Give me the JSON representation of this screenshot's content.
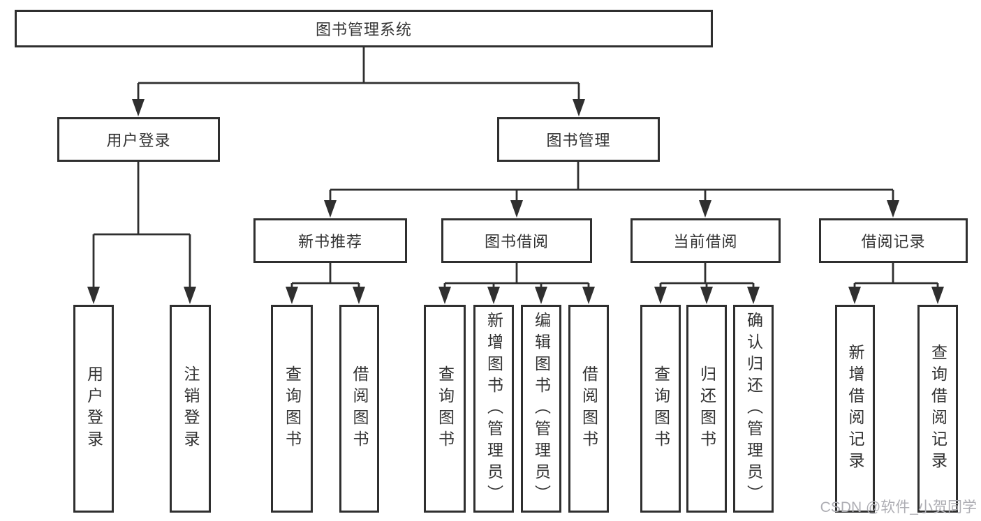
{
  "diagram": {
    "root": {
      "label": "图书管理系统"
    },
    "level2": [
      {
        "label": "用户登录"
      },
      {
        "label": "图书管理"
      }
    ],
    "level3": [
      {
        "label": "新书推荐"
      },
      {
        "label": "图书借阅"
      },
      {
        "label": "当前借阅"
      },
      {
        "label": "借阅记录"
      }
    ],
    "leaves": [
      {
        "label": "用户登录"
      },
      {
        "label": "注销登录"
      },
      {
        "label": "查询图书"
      },
      {
        "label": "借阅图书"
      },
      {
        "label": "查询图书"
      },
      {
        "label": "新增图书（管理员）"
      },
      {
        "label": "编辑图书（管理员）"
      },
      {
        "label": "借阅图书"
      },
      {
        "label": "查询图书"
      },
      {
        "label": "归还图书"
      },
      {
        "label": "确认归还（管理员）"
      },
      {
        "label": "新增借阅记录"
      },
      {
        "label": "查询借阅记录"
      }
    ],
    "watermark": "CSDN @软件_小贺同学",
    "colors": {
      "line": "#2f2f2f",
      "text": "#333333",
      "watermark": "#aeaeb4",
      "background": "#ffffff"
    }
  }
}
